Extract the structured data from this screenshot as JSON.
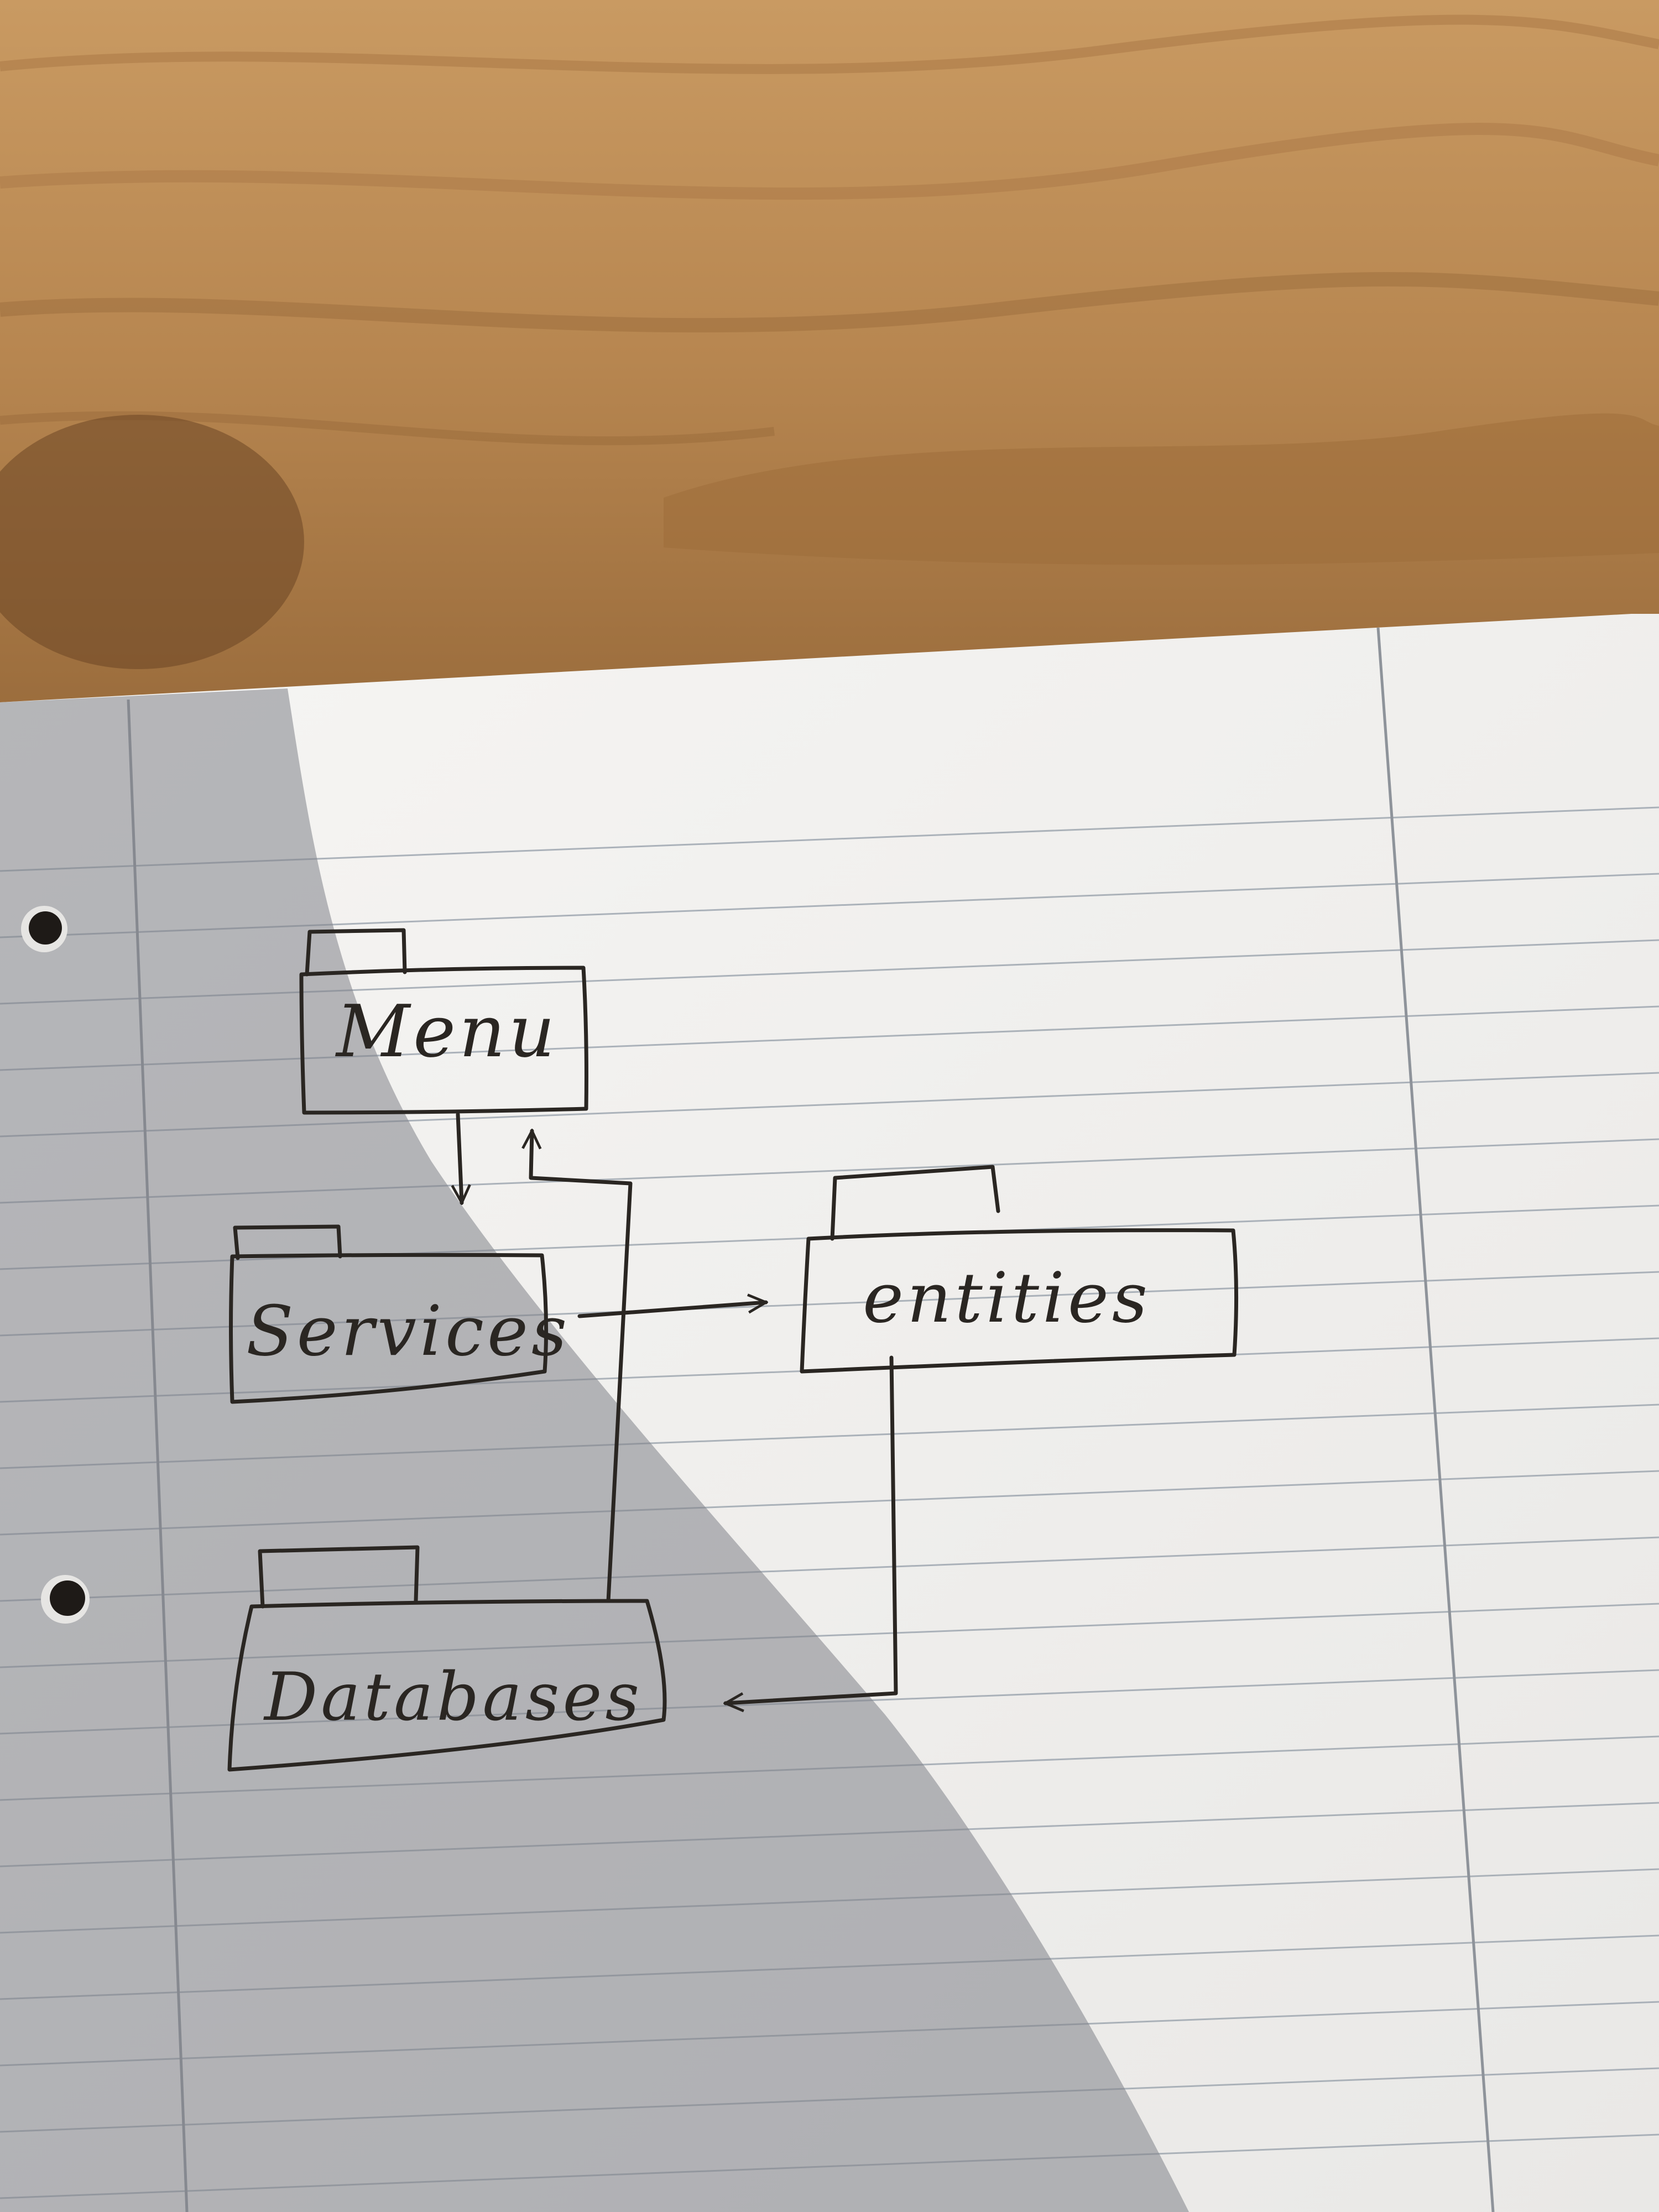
{
  "diagram": {
    "packages": [
      {
        "id": "menu",
        "label": "Menu"
      },
      {
        "id": "services",
        "label": "Services"
      },
      {
        "id": "entities",
        "label": "entities"
      },
      {
        "id": "databases",
        "label": "Databases"
      }
    ],
    "edges": [
      {
        "from": "menu",
        "to": "services"
      },
      {
        "from": "services",
        "to": "entities"
      },
      {
        "from": "databases",
        "to": "menu"
      },
      {
        "from": "entities",
        "to": "databases"
      }
    ]
  },
  "colors": {
    "desk": "#b98a55",
    "desk_grain": "#8f6233",
    "paper": "#f1f0ee",
    "paper_shadow": "#8d8e95",
    "rule_line": "#9aa3ad",
    "ink": "#2a2622",
    "punch_hole": "#1e1a17"
  }
}
